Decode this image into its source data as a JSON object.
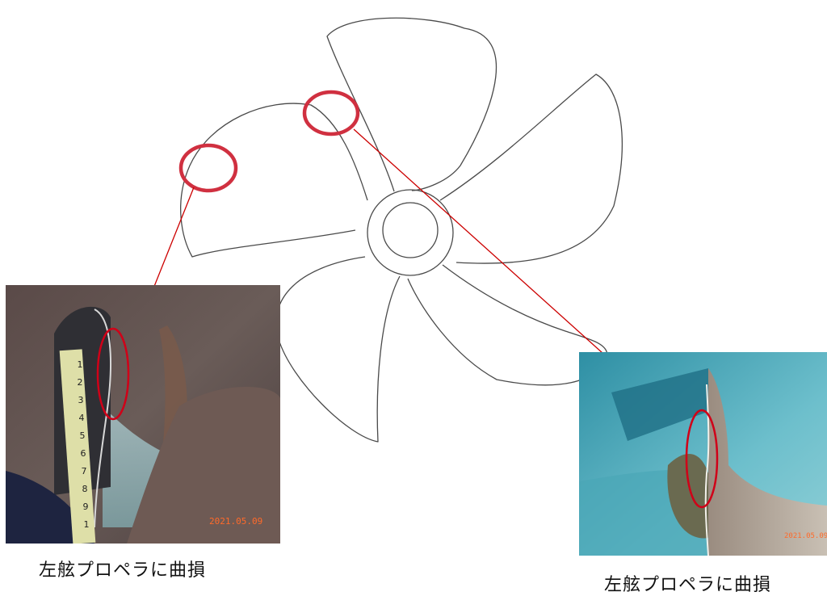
{
  "colors": {
    "outline": "#4a4a4a",
    "highlight_circle": "#d03040",
    "pointer_line": "#cc0000",
    "date_stamp": "#ff6a2a"
  },
  "diagram": {
    "icon": "five-blade-propeller-outline"
  },
  "photos": [
    {
      "caption": "左舷プロペラに曲損",
      "date_stamp": "2021.05.09",
      "scale_numbers": [
        "1",
        "2",
        "3",
        "4",
        "5",
        "6",
        "7",
        "8",
        "9",
        "1"
      ]
    },
    {
      "caption": "左舷プロペラに曲損",
      "date_stamp": "2021.05.09"
    }
  ]
}
